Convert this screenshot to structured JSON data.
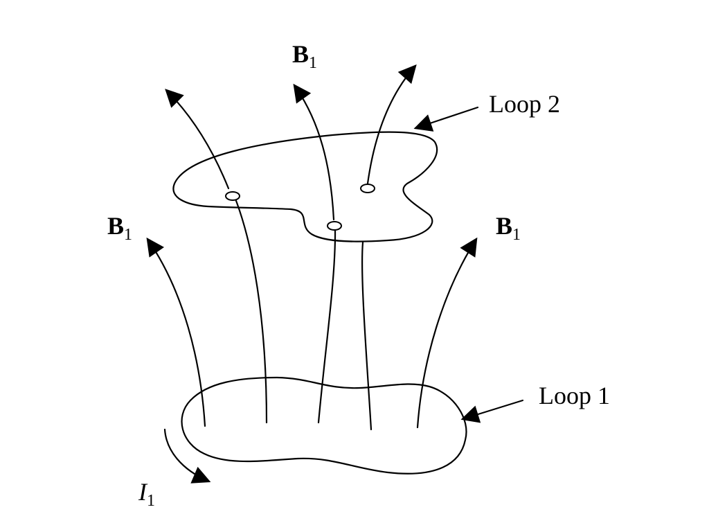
{
  "labels": {
    "field_top": {
      "symbol": "B",
      "subscript": "1"
    },
    "field_left": {
      "symbol": "B",
      "subscript": "1"
    },
    "field_right": {
      "symbol": "B",
      "subscript": "1"
    },
    "loop2": "Loop 2",
    "loop1": "Loop 1",
    "current": {
      "symbol": "I",
      "subscript": "1"
    }
  },
  "colors": {
    "ink": "#000000",
    "background": "#ffffff"
  }
}
